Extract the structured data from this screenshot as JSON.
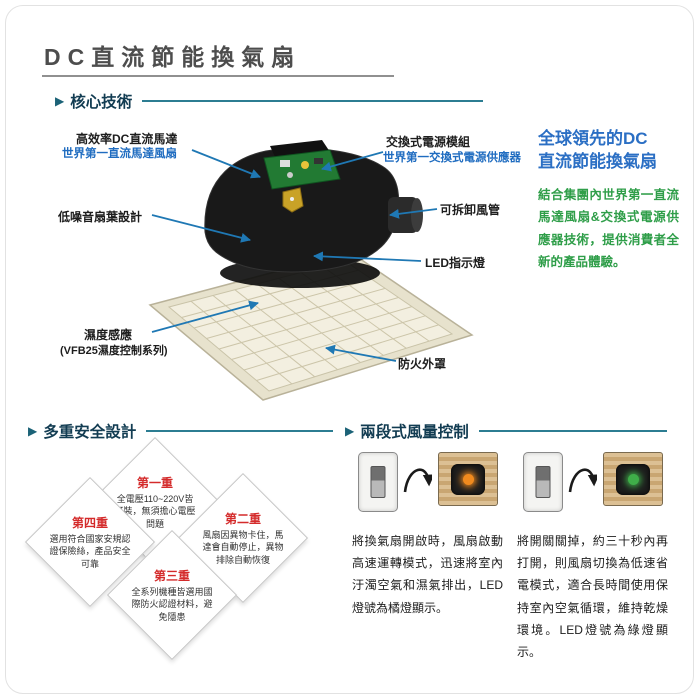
{
  "page": {
    "title": "DC直流節能換氣扇"
  },
  "sections": {
    "core": {
      "header": "核心技術"
    },
    "safety": {
      "header": "多重安全設計"
    },
    "airflow": {
      "header": "兩段式風量控制"
    }
  },
  "core": {
    "callouts": {
      "motor_label": "高效率DC直流馬達",
      "motor_sub": "世界第一直流馬達風扇",
      "power_label": "交換式電源模組",
      "power_sub": "世界第一交換式電源供應器",
      "duct_label": "可拆卸風管",
      "led_label": "LED指示燈",
      "blade_label": "低噪音扇葉設計",
      "humidity_label": "濕度感應",
      "humidity_sub": "(VFB25濕度控制系列)",
      "cover_label": "防火外罩"
    },
    "intro_title_line1": "全球領先的DC",
    "intro_title_line2": "直流節能換氣扇",
    "intro_body": "結合集團內世界第一直流馬達風扇&交換式電源供應器技術，提供消費者全新的產品體驗。"
  },
  "safety": {
    "items": [
      {
        "label": "第一重",
        "text": "全電壓110~220V皆可裝，無須擔心電壓問題"
      },
      {
        "label": "第二重",
        "text": "風扇因異物卡住，馬達會自動停止，異物排除自動恢復"
      },
      {
        "label": "第三重",
        "text": "全系列機種皆選用國際防火認證材料，避免隱患"
      },
      {
        "label": "第四重",
        "text": "選用符合國家安規認證保險絲，產品安全可靠"
      }
    ]
  },
  "airflow": {
    "left_text": "將換氣扇開啟時，風扇啟動高速運轉模式，迅速將室內汙濁空氣和濕氣排出，LED燈號為橘燈顯示。",
    "right_text": "將開關關掉，約三十秒內再打開，則風扇切換為低速省電模式，適合長時間使用保持室內空氣循環，維持乾燥環境。LED燈號為綠燈顯示。",
    "led_colors": {
      "high": "#f08a1e",
      "low": "#3fae49"
    }
  }
}
